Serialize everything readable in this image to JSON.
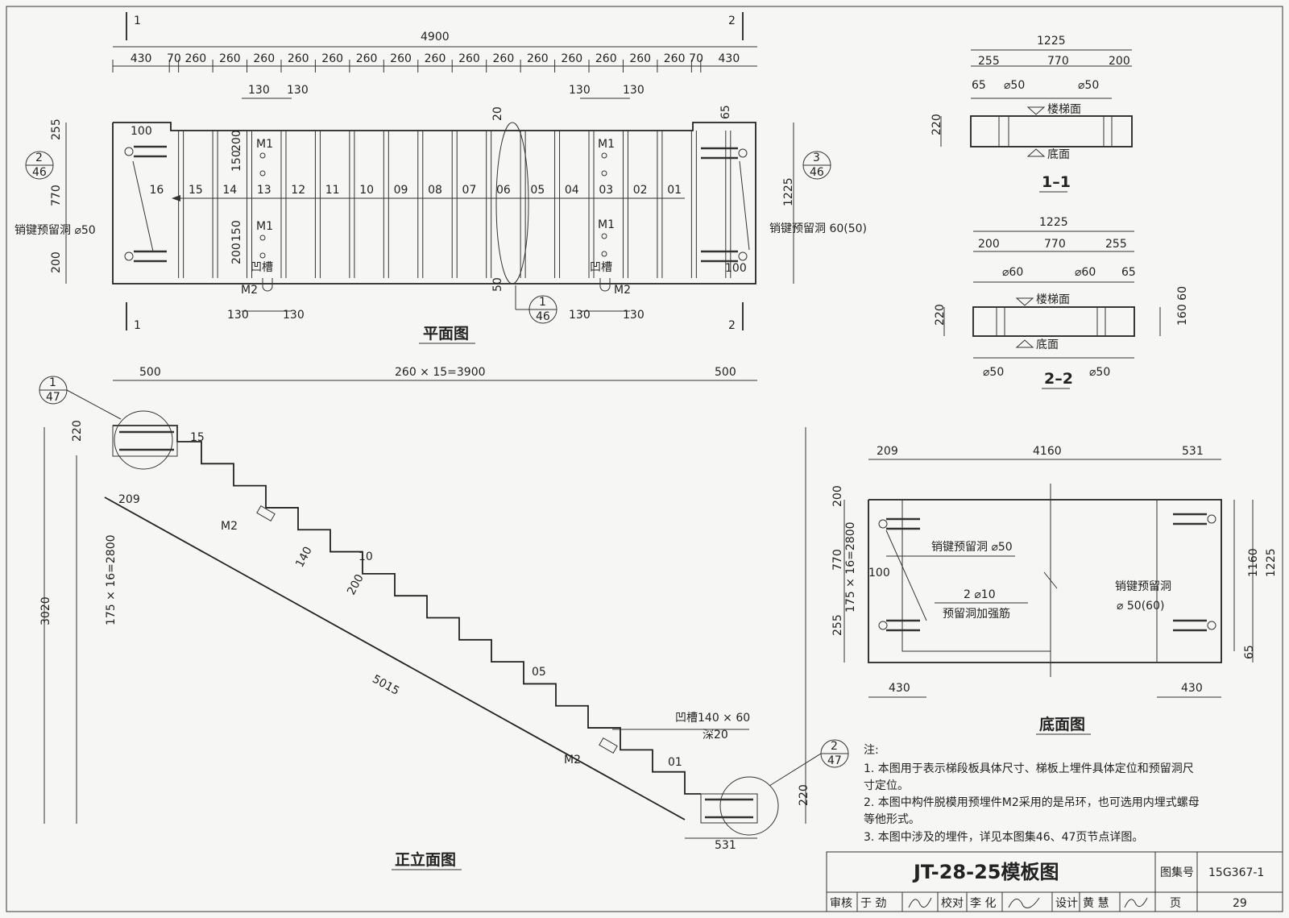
{
  "plan": {
    "title": "平面图",
    "total": "4900",
    "segments": [
      "430",
      "70",
      "260",
      "260",
      "260",
      "260",
      "260",
      "260",
      "260",
      "260",
      "260",
      "260",
      "260",
      "260",
      "260",
      "260",
      "260",
      "70",
      "430"
    ],
    "left_dims": [
      "255",
      "770",
      "200"
    ],
    "right_dim": "1225",
    "step_numbers": [
      "16",
      "15",
      "14",
      "13",
      "12",
      "11",
      "10",
      "09",
      "08",
      "07",
      "06",
      "05",
      "04",
      "03",
      "02",
      "01"
    ],
    "m1": "M1",
    "m2": "M2",
    "groove": "凹槽",
    "hole_left": "销键预留洞 ⌀50",
    "hole_right": "销键预留洞  60(50)",
    "d100a": "100",
    "d100b": "100",
    "d130": "130",
    "d150": "150",
    "d200": "200",
    "d20": "20",
    "d50": "50",
    "d65": "65",
    "sec1": "1",
    "sec2": "2",
    "ref_a": {
      "num": "2",
      "sheet": "46"
    },
    "ref_b": {
      "num": "3",
      "sheet": "46"
    },
    "ref_c": {
      "num": "1",
      "sheet": "46"
    }
  },
  "section11": {
    "title": "1–1",
    "total": "1225",
    "segs": [
      "255",
      "770",
      "200"
    ],
    "d65": "65",
    "dia1": "⌀50",
    "dia2": "⌀50",
    "h": "220",
    "top": "楼梯面",
    "bottom": "底面"
  },
  "section22": {
    "title": "2–2",
    "total": "1225",
    "segs": [
      "200",
      "770",
      "255"
    ],
    "dia1": "⌀60",
    "dia2": "⌀60",
    "d65": "65",
    "h": "220",
    "right_h": "160 60",
    "dia3": "⌀50",
    "dia4": "⌀50",
    "top": "楼梯面",
    "bottom": "底面"
  },
  "elevation": {
    "title": "正立面图",
    "run": "260 × 15=3900",
    "left_top": "500",
    "right_top": "500",
    "h220": "220",
    "h3020": "3020",
    "rise_left": "175 × 16=2800",
    "rise_right": "175 × 16=2800",
    "d209": "209",
    "d140": "140",
    "d200": "200",
    "d5015": "5015",
    "d531": "531",
    "h220b": "220",
    "step15": "15",
    "step10": "10",
    "step05": "05",
    "step01": "01",
    "m2a": "M2",
    "m2b": "M2",
    "groove_note": "凹槽140 × 60",
    "groove_depth": "深20",
    "ref_a": {
      "num": "1",
      "sheet": "47"
    },
    "ref_b": {
      "num": "2",
      "sheet": "47"
    }
  },
  "bottom_view": {
    "title": "底面图",
    "segs": [
      "209",
      "4160",
      "531"
    ],
    "left": [
      "200",
      "770",
      "255"
    ],
    "d100": "100",
    "right_inner": "1160",
    "right_outer": "1225",
    "d65": "65",
    "bot_left": "430",
    "bot_right": "430",
    "hole_left": "销键预留洞 ⌀50",
    "rebar": "2 ⌀10",
    "rebar_note": "预留洞加强筋",
    "hole_right_1": "销键预留洞",
    "hole_right_2": "⌀ 50(60)"
  },
  "notes": {
    "head": "注:",
    "items": [
      "1. 本图用于表示梯段板具体尺寸、梯板上埋件具体定位和预留洞尺",
      "    寸定位。",
      "2. 本图中构件脱模用预埋件M2采用的是吊环，也可选用内埋式螺母",
      "    等他形式。",
      "3. 本图中涉及的埋件，详见本图集46、47页节点详图。"
    ]
  },
  "titleblock": {
    "drawing_title": "JT-28-25模板图",
    "atlas_label": "图集号",
    "atlas_no": "15G367-1",
    "page_label": "页",
    "page_no": "29",
    "reviewer_label": "审核",
    "reviewer": "于 劲",
    "checker_label": "校对",
    "checker": "李 化",
    "designer_label": "设计",
    "designer": "黄 慧"
  }
}
